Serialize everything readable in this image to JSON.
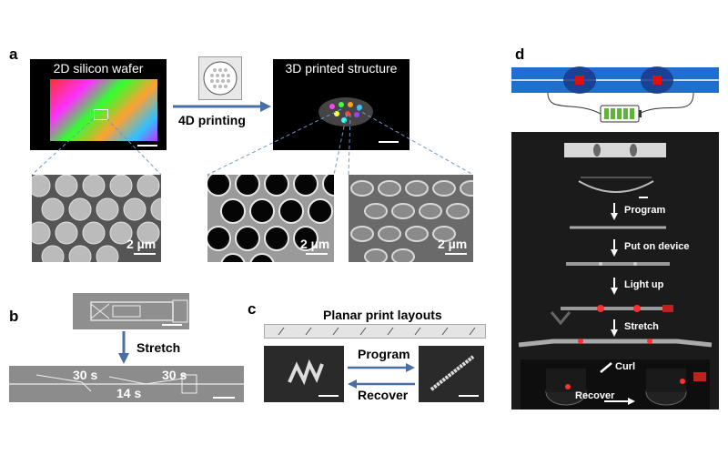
{
  "panels": {
    "a": {
      "label": "a",
      "left_title": "2D silicon wafer",
      "right_title": "3D printed structure",
      "process": "4D printing",
      "scale_1": "2 µm",
      "scale_2": "2 µm",
      "scale_3": "2 µm"
    },
    "b": {
      "label": "b",
      "stretch": "Stretch",
      "t1": "30 s",
      "t2": "30 s",
      "t3": "14 s"
    },
    "c": {
      "label": "c",
      "layouts": "Planar print layouts",
      "program": "Program",
      "recover": "Recover"
    },
    "d": {
      "label": "d",
      "program": "Program",
      "put_on": "Put on device",
      "light_up": "Light up",
      "stretch": "Stretch",
      "curl": "Curl",
      "recover": "Recover"
    }
  },
  "colors": {
    "arrow": "#4a6fa5",
    "band": "#1f6fd0",
    "dark": "#1b1b1b",
    "led": "#e01010",
    "battery": "#5fb33a"
  }
}
